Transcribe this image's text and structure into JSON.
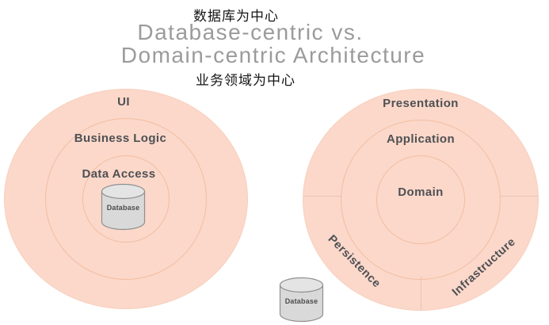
{
  "header": {
    "label_zh_top": "数据库为中心",
    "title_line1": "Database-centric vs.",
    "title_line2": "Domain-centric Architecture",
    "label_zh_bottom": "业务领域为中心"
  },
  "left_diagram": {
    "type": "concentric-circles",
    "ring_outer": "UI",
    "ring_middle": "Business Logic",
    "ring_inner": "Data Access",
    "center_database": "Database"
  },
  "right_diagram": {
    "type": "concentric-circles-with-sectors",
    "ring_outer_top": "Presentation",
    "ring_middle": "Application",
    "ring_inner": "Domain",
    "sector_bottom_left": "Persistence",
    "sector_bottom_right": "Infrastructure",
    "external_database": "Database"
  },
  "colors": {
    "circle_fill": "#fbd8ca",
    "ring_line": "#eea47a",
    "layer_text": "#4f5054",
    "title_text": "#9b9b9b",
    "cylinder_fill": "#d9d9d9"
  }
}
